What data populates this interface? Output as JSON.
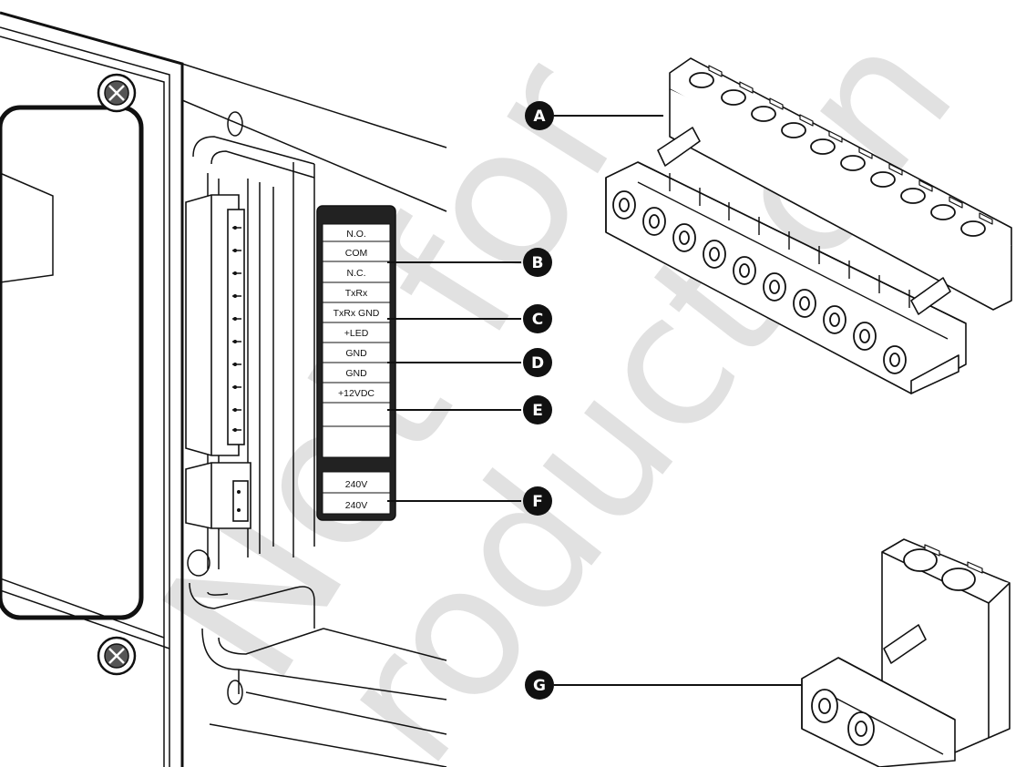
{
  "terminal_labels": [
    "N.O.",
    "COM",
    "N.C.",
    "TxRx",
    "TxRx GND",
    "+LED",
    "GND",
    "GND",
    "+12VDC"
  ],
  "power_labels": [
    "240V",
    "240V"
  ],
  "callouts": [
    "A",
    "B",
    "C",
    "D",
    "E",
    "F",
    "G"
  ],
  "watermark": {
    "line1": "Not for",
    "line2": "roduction"
  }
}
